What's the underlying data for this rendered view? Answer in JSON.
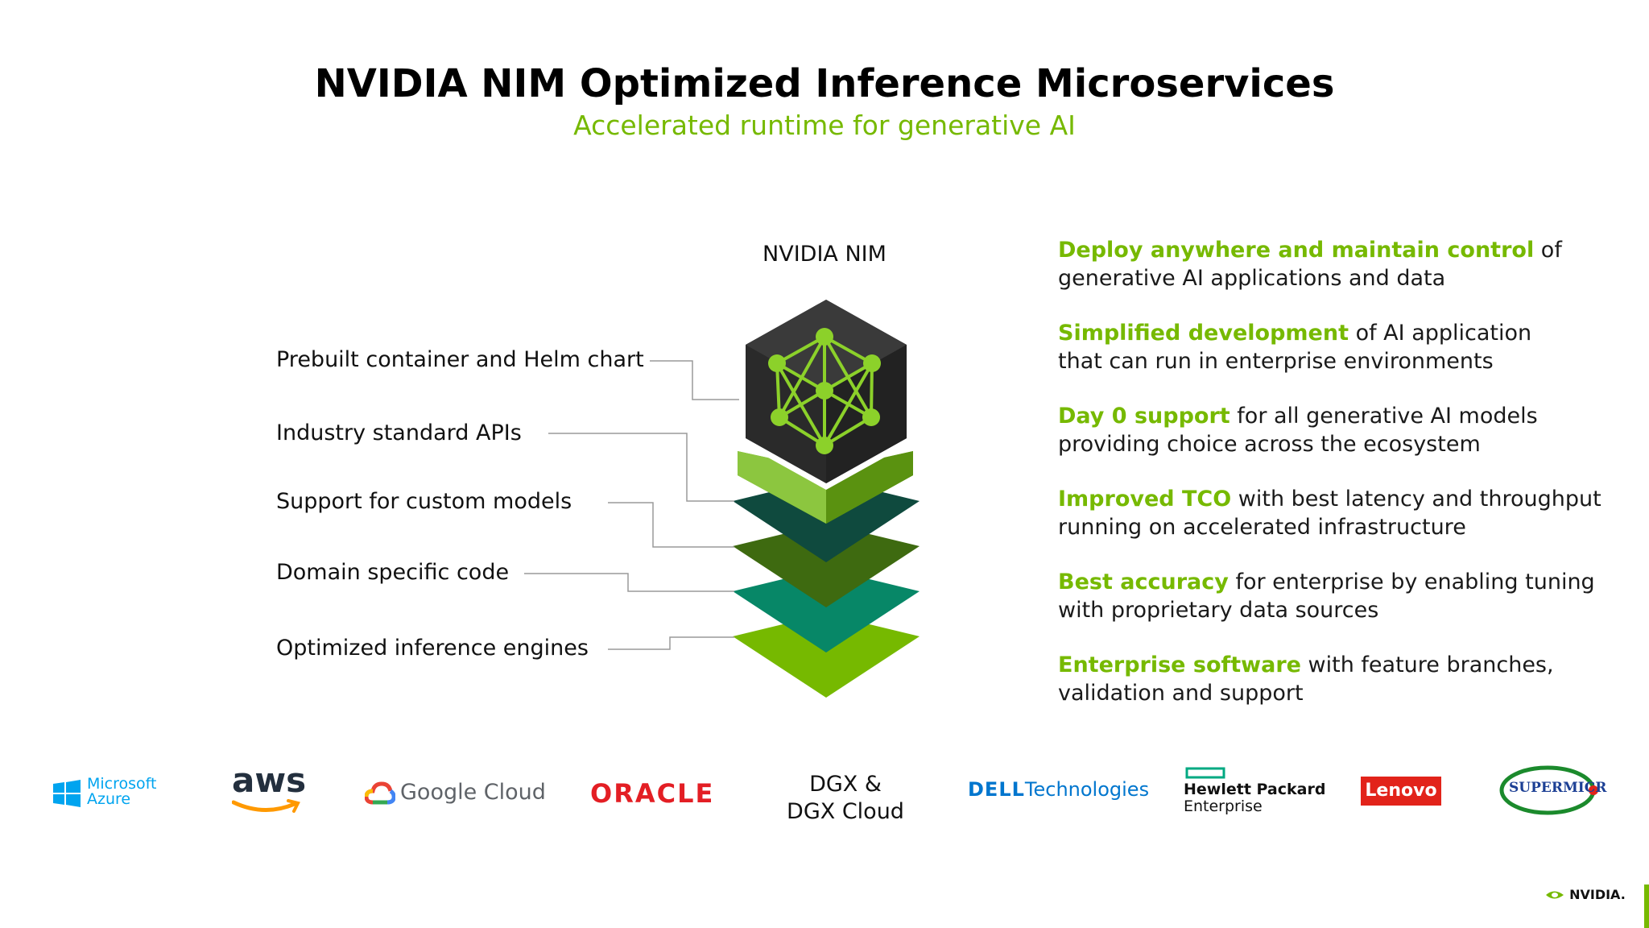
{
  "title": "NVIDIA NIM Optimized Inference Microservices",
  "subtitle": "Accelerated runtime for generative AI",
  "diagram": {
    "nim_label": "NVIDIA NIM",
    "layers": [
      {
        "label": "Prebuilt container and Helm chart"
      },
      {
        "label": "Industry standard APIs"
      },
      {
        "label": "Support for custom models"
      },
      {
        "label": "Domain specific code"
      },
      {
        "label": "Optimized inference engines"
      }
    ],
    "colors": {
      "cube_body": "#2b2b2b",
      "cube_base": "#7ab51d",
      "layer_dark_teal": "#0f4a3e",
      "layer_olive": "#3e6a10",
      "layer_teal": "#078767",
      "layer_green": "#76b900",
      "network_node": "#8cd12a"
    }
  },
  "benefits": [
    {
      "highlight": "Deploy anywhere and maintain control",
      "rest_line1": " of",
      "line2": "generative AI applications and data"
    },
    {
      "highlight": "Simplified development",
      "rest_line1": " of AI application",
      "line2": "that can run in enterprise environments"
    },
    {
      "highlight": "Day 0 support",
      "rest_line1": " for all generative AI models",
      "line2": "providing choice across the ecosystem"
    },
    {
      "highlight": "Improved TCO",
      "rest_line1": " with best latency and throughput",
      "line2": "running on accelerated infrastructure"
    },
    {
      "highlight": "Best accuracy",
      "rest_line1": " for enterprise by enabling tuning",
      "line2": "with proprietary data sources"
    },
    {
      "highlight": "Enterprise software",
      "rest_line1": " with feature branches,",
      "line2": "validation and support"
    }
  ],
  "partners": {
    "azure_line1": "Microsoft",
    "azure_line2": "Azure",
    "aws": "aws",
    "google": "Google Cloud",
    "oracle": "ORACLE",
    "dgx_line1": "DGX &",
    "dgx_line2": "DGX Cloud",
    "dell": "DELL",
    "dell_suffix": "Technologies",
    "hpe_line1": "Hewlett Packard",
    "hpe_line2": "Enterprise",
    "lenovo": "Lenovo",
    "supermicro": "SUPERMICR"
  },
  "footer": {
    "nvidia_logo": "NVIDIA."
  },
  "accent_color": "#76b900"
}
